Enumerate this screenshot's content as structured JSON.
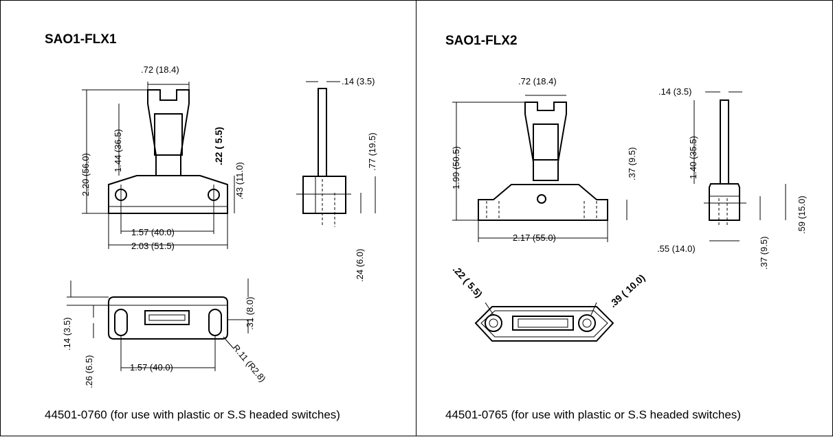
{
  "left": {
    "title": "SAO1-FLX1",
    "caption": "44501-0760 (for use with plastic or S.S  headed switches)",
    "dims": {
      "top_width": ".72 (18.4)",
      "overall_height": "2.20 (56.0)",
      "tongue_height": "1.44 (36.5)",
      "hole_dia": ".22 ( 5.5)",
      "base_height": ".43 (11.0)",
      "hole_spacing": "1.57 (40.0)",
      "base_width": "2.03 (51.5)",
      "side_thickness": ".14 (3.5)",
      "side_upper": ".77 (19.5)",
      "side_lower": ".24 (6.0)",
      "plan_depth": ".31 (8.0)",
      "plan_slot_offset": ".14 (3.5)",
      "plan_slot_length": ".26 (6.5)",
      "plan_hole_spacing": "1.57 (40.0)",
      "plan_radius": "R.11 (R2.8)"
    }
  },
  "right": {
    "title": "SAO1-FLX2",
    "caption": "44501-0765 (for use with plastic or S.S headed  switches)",
    "dims": {
      "top_width": ".72 (18.4)",
      "overall_height": "1.99 (50.5)",
      "base_height": ".37 (9.5)",
      "base_width": "2.17 (55.0)",
      "side_thickness": ".14 (3.5)",
      "side_upper": "1.40 (35.5)",
      "side_total": ".59 (15.0)",
      "side_depth": ".55 (14.0)",
      "side_base": ".37 (9.5)",
      "hole_dia": ".22 ( 5.5)",
      "boss_dia": ".39 ( 10.0)"
    }
  }
}
